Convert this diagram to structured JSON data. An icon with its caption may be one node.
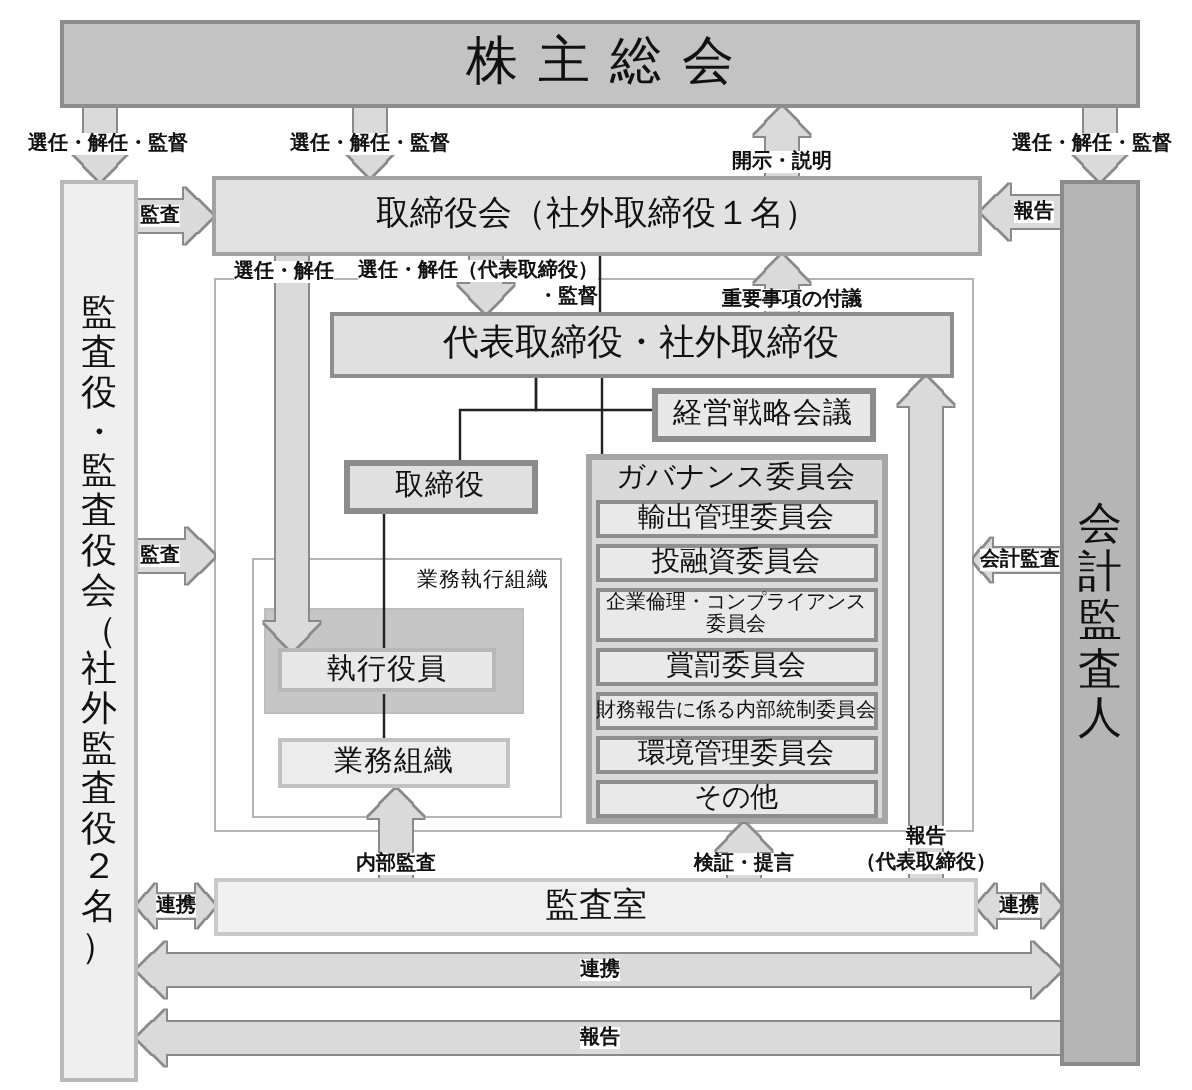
{
  "diagram": {
    "nodes": [
      {
        "text": [
          "株主総会"
        ]
      },
      {
        "text": [
          "監査役・監査役会（社外監査役２名）"
        ]
      },
      {
        "text": [
          "取締役会（社外取締役１名）"
        ]
      },
      {
        "text": [
          "会計監査人"
        ]
      },
      {
        "text": [],
        "shape": "box"
      },
      {
        "text": [
          "代表取締役・社外取締役"
        ],
        "in": 4
      },
      {
        "text": [
          "経営戦略会議"
        ],
        "in": 4
      },
      {
        "text": [
          "取締役"
        ],
        "in": 4
      },
      {
        "text": [
          "ガバナンス委員会"
        ],
        "in": 4
      },
      {
        "text": [
          "輸出管理委員会"
        ],
        "in": 8
      },
      {
        "text": [
          "投融資委員会"
        ],
        "in": 8
      },
      {
        "text": [
          "企業倫理・コンプライアンス委員会"
        ],
        "in": 8
      },
      {
        "text": [
          "賞罰委員会"
        ],
        "in": 8
      },
      {
        "text": [
          "財務報告に係る内部統制委員会"
        ],
        "in": 8
      },
      {
        "text": [
          "環境管理委員会"
        ],
        "in": 8
      },
      {
        "text": [
          "その他"
        ],
        "in": 8
      },
      {
        "text": [
          "業務執行組織"
        ],
        "in": 4
      },
      {
        "text": [],
        "shape": "box",
        "in": 16
      },
      {
        "text": [
          "執行役員"
        ],
        "in": 17
      },
      {
        "text": [
          "業務組織"
        ],
        "in": 16
      },
      {
        "text": [
          "監査室"
        ]
      }
    ],
    "edges": [
      {
        "from": 0,
        "to": 1,
        "arrow": "to",
        "label": "選任・解任・監督"
      },
      {
        "from": 0,
        "to": 2,
        "arrow": "to",
        "label": "選任・解任・監督"
      },
      {
        "from": 2,
        "to": 0,
        "arrow": "to",
        "label": "開示・説明"
      },
      {
        "from": 0,
        "to": 3,
        "arrow": "to",
        "label": "選任・解任・監督"
      },
      {
        "from": 1,
        "to": 2,
        "arrow": "to",
        "label": "監査"
      },
      {
        "from": 3,
        "to": 2,
        "arrow": "to",
        "label": "報告"
      },
      {
        "from": 2,
        "to": 18,
        "arrow": "to",
        "label": "選任・解任"
      },
      {
        "from": 2,
        "to": 5,
        "arrow": "to",
        "label": "選任・解任（代表取締役）・監督"
      },
      {
        "from": 5,
        "to": 2,
        "arrow": "to",
        "label": "重要事項の付議"
      },
      {
        "from": 2,
        "to": 5,
        "arrow": "none",
        "color": "#222222"
      },
      {
        "from": 5,
        "to": 7,
        "arrow": "none",
        "color": "#222222"
      },
      {
        "from": 5,
        "to": 6,
        "arrow": "none",
        "color": "#222222"
      },
      {
        "from": 5,
        "to": 8,
        "arrow": "none",
        "color": "#222222"
      },
      {
        "from": 7,
        "to": 18,
        "arrow": "none",
        "color": "#222222"
      },
      {
        "from": 18,
        "to": 19,
        "arrow": "none",
        "color": "#222222"
      },
      {
        "from": 1,
        "to": 4,
        "arrow": "to",
        "label": "監査"
      },
      {
        "from": 3,
        "to": 4,
        "arrow": "to",
        "label": "会計監査"
      },
      {
        "from": 20,
        "to": 19,
        "arrow": "to",
        "label": "内部監査"
      },
      {
        "from": 20,
        "to": 8,
        "arrow": "to",
        "label": "検証・提言"
      },
      {
        "from": 20,
        "to": 5,
        "arrow": "to",
        "label": "報告（代表取締役）"
      },
      {
        "from": 1,
        "to": 20,
        "arrow": "both",
        "label": "連携"
      },
      {
        "from": 20,
        "to": 3,
        "arrow": "both",
        "label": "連携"
      },
      {
        "from": 1,
        "to": 3,
        "arrow": "both",
        "label": "連携"
      },
      {
        "from": 3,
        "to": 1,
        "arrow": "to",
        "label": "報告"
      }
    ]
  }
}
